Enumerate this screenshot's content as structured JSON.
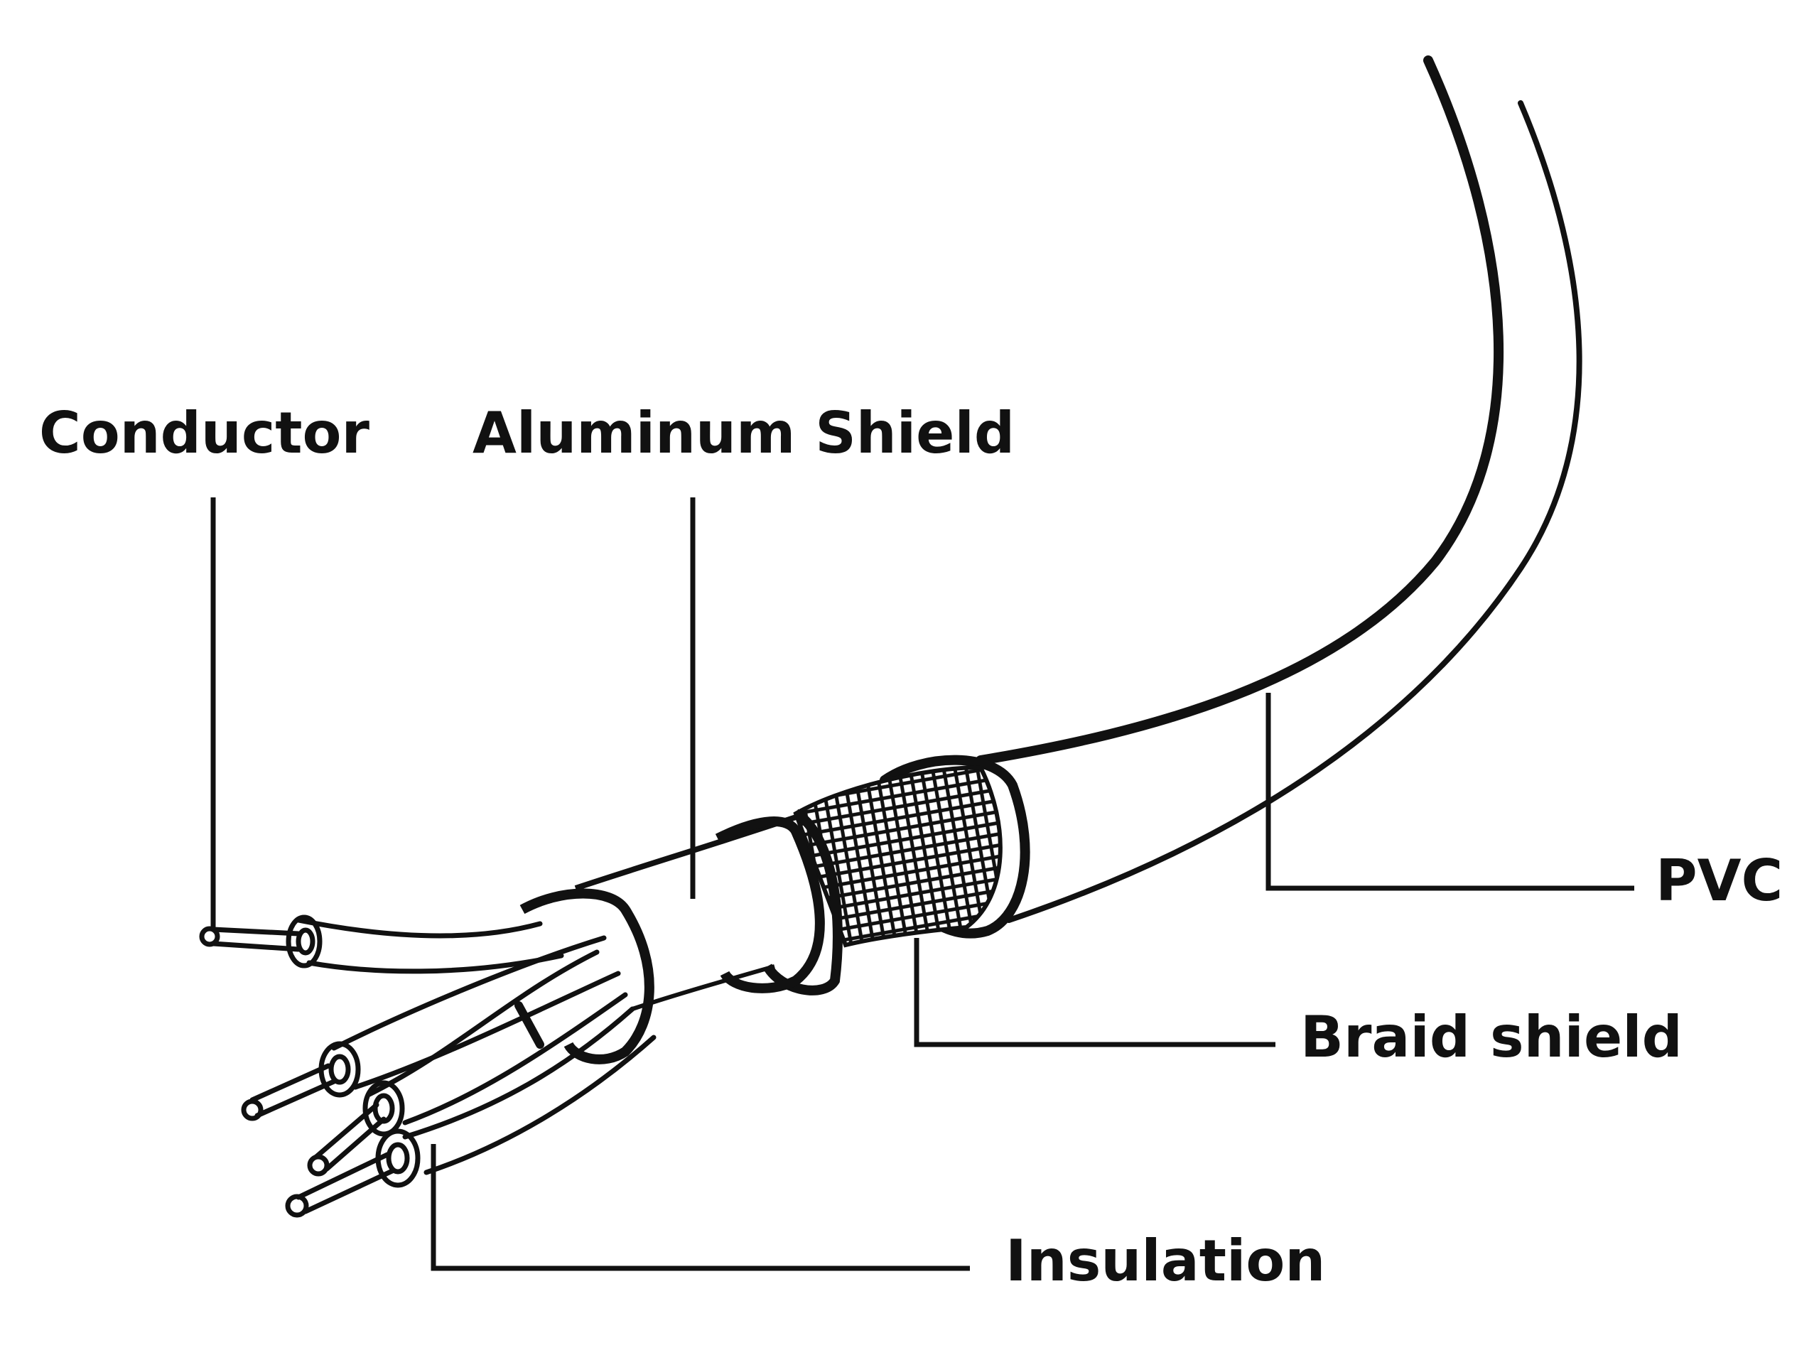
{
  "labels": {
    "conductor": "Conductor",
    "aluminum_shield": "Aluminum Shield",
    "pvc": "PVC",
    "braid_shield": "Braid shield",
    "insulation": "Insulation"
  },
  "colors": {
    "ink": "#111111",
    "background": "#ffffff"
  }
}
